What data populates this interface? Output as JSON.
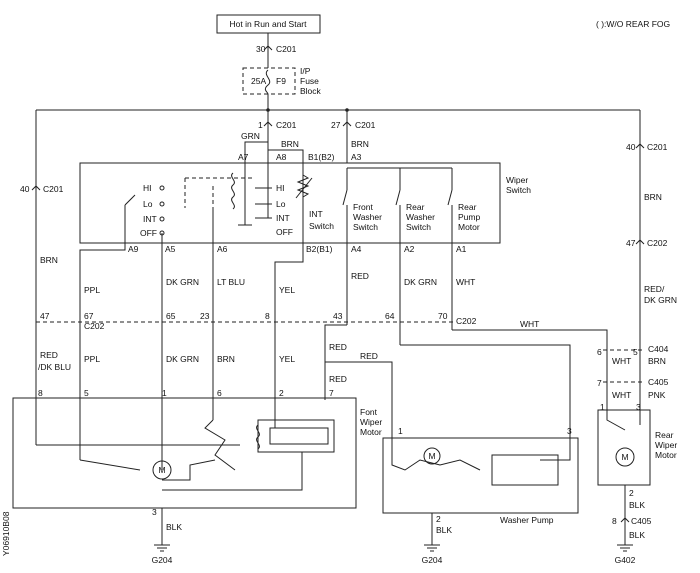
{
  "title_box": "Hot in Run and Start",
  "legend_note": "( ):W/O REAR FOG",
  "side_code": "Y06910B08",
  "fuse": {
    "amps": "25A",
    "name": "F9",
    "label_1": "I/P",
    "label_2": "Fuse",
    "label_3": "Block",
    "pin_in": "30",
    "pin_in_conn": "C201",
    "pin_out": "1",
    "pin_out_conn": "C201"
  },
  "top_pins": {
    "p27": "27",
    "c201": "C201",
    "brn": "BRN",
    "p40r": "40",
    "c201r": "C201"
  },
  "switch": {
    "label_1": "Wiper",
    "label_2": "Switch",
    "grn": "GRN",
    "brn": "BRN",
    "a7": "A7",
    "a8": "A8",
    "b1b2": "B1(B2)",
    "a3": "A3",
    "hi_1": "HI",
    "lo_1": "Lo",
    "int_1": "INT",
    "off_1": "OFF",
    "hi_2": "HI",
    "lo_2": "Lo",
    "int_2": "INT",
    "off_2": "OFF",
    "int_sw_1": "INT",
    "int_sw_2": "Switch",
    "fw_1": "Front",
    "fw_2": "Washer",
    "fw_3": "Switch",
    "rw_1": "Rear",
    "rw_2": "Washer",
    "rw_3": "Switch",
    "rp_1": "Rear",
    "rp_2": "Pump",
    "rp_3": "Motor",
    "a9": "A9",
    "a5": "A5",
    "a6": "A6",
    "b2b1": "B2(B1)",
    "a4": "A4",
    "a2": "A2",
    "a1": "A1"
  },
  "left_wire": {
    "pin": "40",
    "conn": "C201",
    "color": "BRN"
  },
  "wires_mid": {
    "ppl": "PPL",
    "dk_grn": "DK GRN",
    "lt_blu": "LT BLU",
    "yel": "YEL",
    "red": "RED",
    "dk_grn_2": "DK GRN",
    "wht": "WHT"
  },
  "c202": {
    "p47": "47",
    "p67": "67",
    "conn_l": "C202",
    "p65": "65",
    "p23": "23",
    "p8": "8",
    "p43": "43",
    "p64": "64",
    "p70": "70",
    "conn_r": "C202",
    "wht_run": "WHT"
  },
  "right_branch": {
    "p47": "47",
    "c202": "C202",
    "red_dk_grn_1": "RED/",
    "red_dk_grn_2": "DK GRN",
    "p5": "5",
    "c404": "C404",
    "brn": "BRN",
    "p6": "6",
    "wht_1": "WHT",
    "p7": "7",
    "c405": "C405",
    "pnk": "PNK",
    "wht_2": "WHT"
  },
  "lower_wires": {
    "red_dk_blu_1": "RED",
    "red_dk_blu_2": "/DK BLU",
    "ppl": "PPL",
    "dk_grn": "DK GRN",
    "brn": "BRN",
    "yel": "YEL",
    "red_1": "RED",
    "red_2": "RED",
    "red_3": "RED"
  },
  "front_motor": {
    "label_1": "Font",
    "label_2": "Wiper",
    "label_3": "Motor",
    "pin8": "8",
    "pin5": "5",
    "pin1": "1",
    "pin6": "6",
    "pin2": "2",
    "pin7": "7",
    "pin3": "3",
    "wire": "BLK",
    "ground": "G204",
    "motor": "M"
  },
  "washer_pump": {
    "label": "Washer Pump",
    "pin1": "1",
    "pin3": "3",
    "pin2": "2",
    "wire": "BLK",
    "ground": "G204",
    "motor": "M"
  },
  "rear_motor": {
    "label_1": "Rear",
    "label_2": "Wiper",
    "label_3": "Motor",
    "pin1": "1",
    "pin3": "3",
    "pin2": "2",
    "wire_1": "BLK",
    "pin8": "8",
    "c405": "C405",
    "wire_2": "BLK",
    "ground": "G402",
    "motor": "M"
  }
}
